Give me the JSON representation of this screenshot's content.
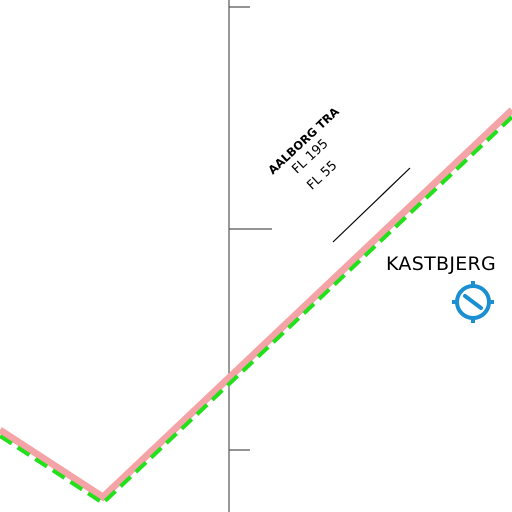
{
  "map": {
    "airspace": {
      "name": "AALBORG TRA",
      "upper_limit": "FL 195",
      "lower_limit": "FL 55",
      "border_color": "#f4a3a6",
      "boundary_color": "#22e01a"
    },
    "navaid": {
      "name": "KASTBJERG",
      "icon": "navaid-compass-icon",
      "color": "#1a8fd1"
    },
    "meridian_color": "#555555"
  }
}
